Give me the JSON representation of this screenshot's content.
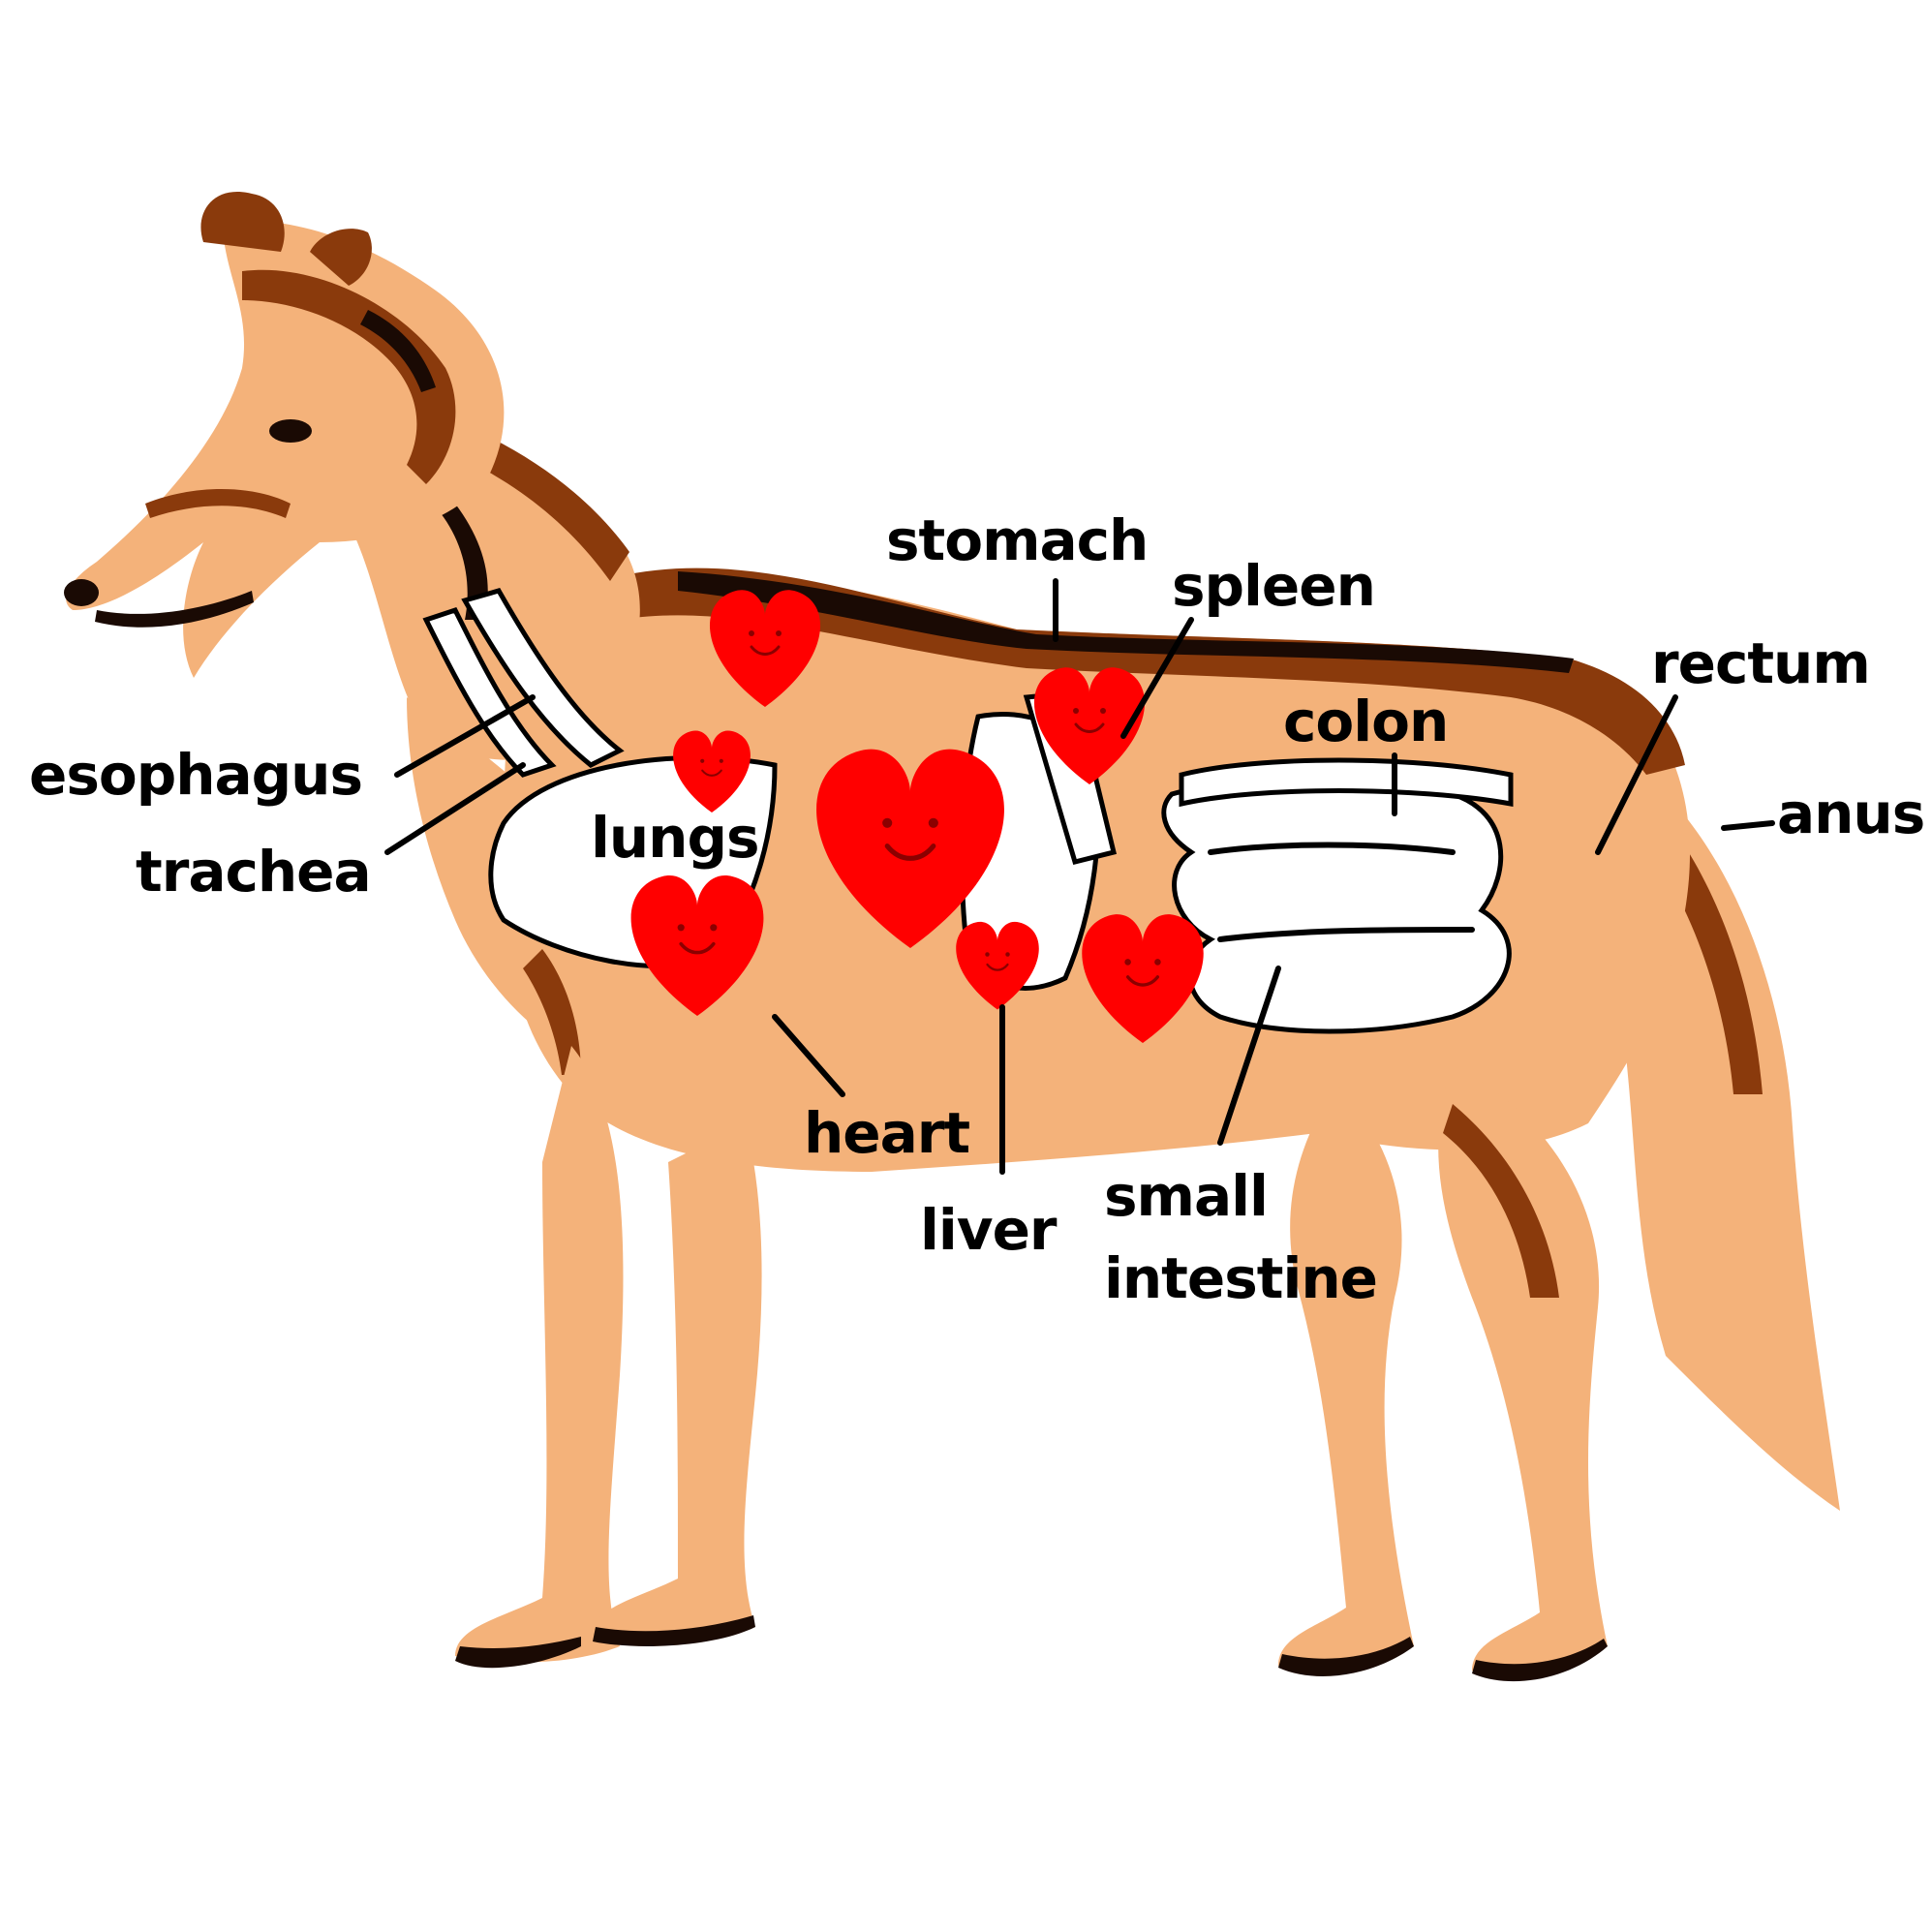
{
  "colors": {
    "fur": "#f4b27a",
    "dark": "#1a0a04",
    "mid": "#8a3a0c",
    "organ": "#ffffff",
    "heart": "#ff0000",
    "background": "#ffffff"
  },
  "labels": {
    "stomach": "stomach",
    "spleen": "spleen",
    "rectum": "rectum",
    "colon": "colon",
    "anus": "anus",
    "esophagus": "esophagus",
    "trachea": "trachea",
    "lungs": "lungs",
    "heart": "heart",
    "liver": "liver",
    "small": "small",
    "intestine": "intestine"
  },
  "decorations": {
    "heart_icons": [
      "smiling-heart-icon"
    ]
  }
}
